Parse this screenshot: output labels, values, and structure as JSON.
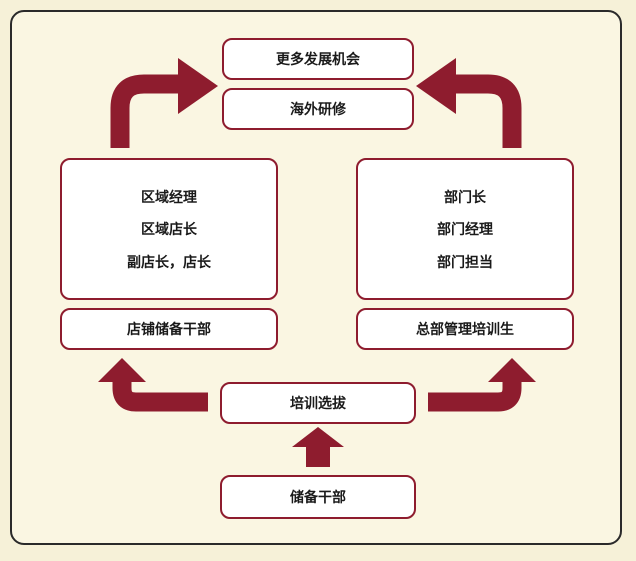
{
  "colors": {
    "arrow": "#8e1c2e",
    "box_border": "#8e1c2e",
    "background": "#f6f1d8"
  },
  "nodes": {
    "more_opportunities": "更多发展机会",
    "overseas_training": "海外研修",
    "left_roles": [
      "区域经理",
      "区域店长",
      "副店长，店长"
    ],
    "right_roles": [
      "部门长",
      "部门经理",
      "部门担当"
    ],
    "store_reserve_cadre": "店铺储备干部",
    "hq_management_trainee": "总部管理培训生",
    "training_selection": "培训选拔",
    "reserve_cadre": "储备干部"
  },
  "edges": [
    {
      "from": "储备干部",
      "to": "培训选拔"
    },
    {
      "from": "培训选拔",
      "to": "店铺储备干部"
    },
    {
      "from": "培训选拔",
      "to": "总部管理培训生"
    },
    {
      "from": "区域经理",
      "to": "海外研修"
    },
    {
      "from": "部门长",
      "to": "海外研修"
    }
  ]
}
